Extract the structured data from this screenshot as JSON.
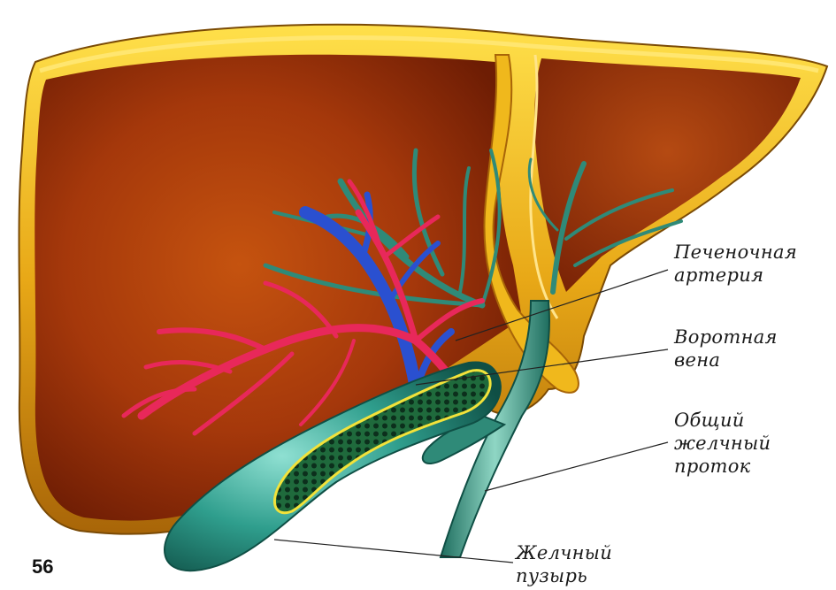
{
  "page_number": "56",
  "labels": {
    "hepatic_artery": {
      "line1": "Печеночная",
      "line2": "артерия"
    },
    "portal_vein": {
      "line1": "Воротная",
      "line2": "вена"
    },
    "common_bile_duct": {
      "line1": "Общий",
      "line2": "желчный",
      "line3": "проток"
    },
    "gallbladder": {
      "line1": "Желчный",
      "line2": "пузырь"
    }
  },
  "colors": {
    "liver": "#a83a0c",
    "liver_dark": "#6e1d04",
    "capsule": "#f2c21a",
    "artery": "#e8285a",
    "portal_vein": "#2a50d0",
    "bile_duct": "#2f8a78",
    "gallbladder": "#2a9a8a"
  }
}
